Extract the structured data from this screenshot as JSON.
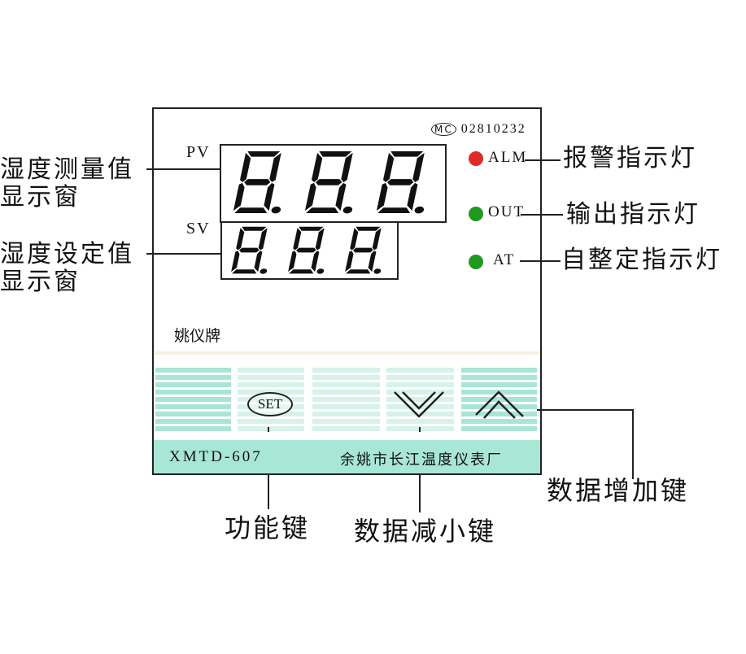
{
  "certification": {
    "mark": "MC",
    "number": "02810232"
  },
  "displays": {
    "pv_label": "PV",
    "sv_label": "SV"
  },
  "indicators": [
    {
      "label": "ALM",
      "color": "#e02a2a",
      "callout": "报警指示灯"
    },
    {
      "label": "OUT",
      "color": "#1e9a1e",
      "callout": "输出指示灯"
    },
    {
      "label": "AT",
      "color": "#1e9a1e",
      "callout": "自整定指示灯"
    }
  ],
  "left_callouts": {
    "pv": [
      "湿度测量值",
      "显示窗"
    ],
    "sv": [
      "湿度设定值",
      "显示窗"
    ]
  },
  "brand": "姚仪牌",
  "keys": {
    "set": "SET",
    "set_callout": "功能键",
    "down_callout": "数据减小键",
    "up_callout": "数据增加键"
  },
  "footer": {
    "model": "XMTD-607",
    "maker": "余姚市长江温度仪表厂"
  },
  "colors": {
    "key_stripe": "#a9e5d5",
    "band": "#a8e6d6"
  }
}
